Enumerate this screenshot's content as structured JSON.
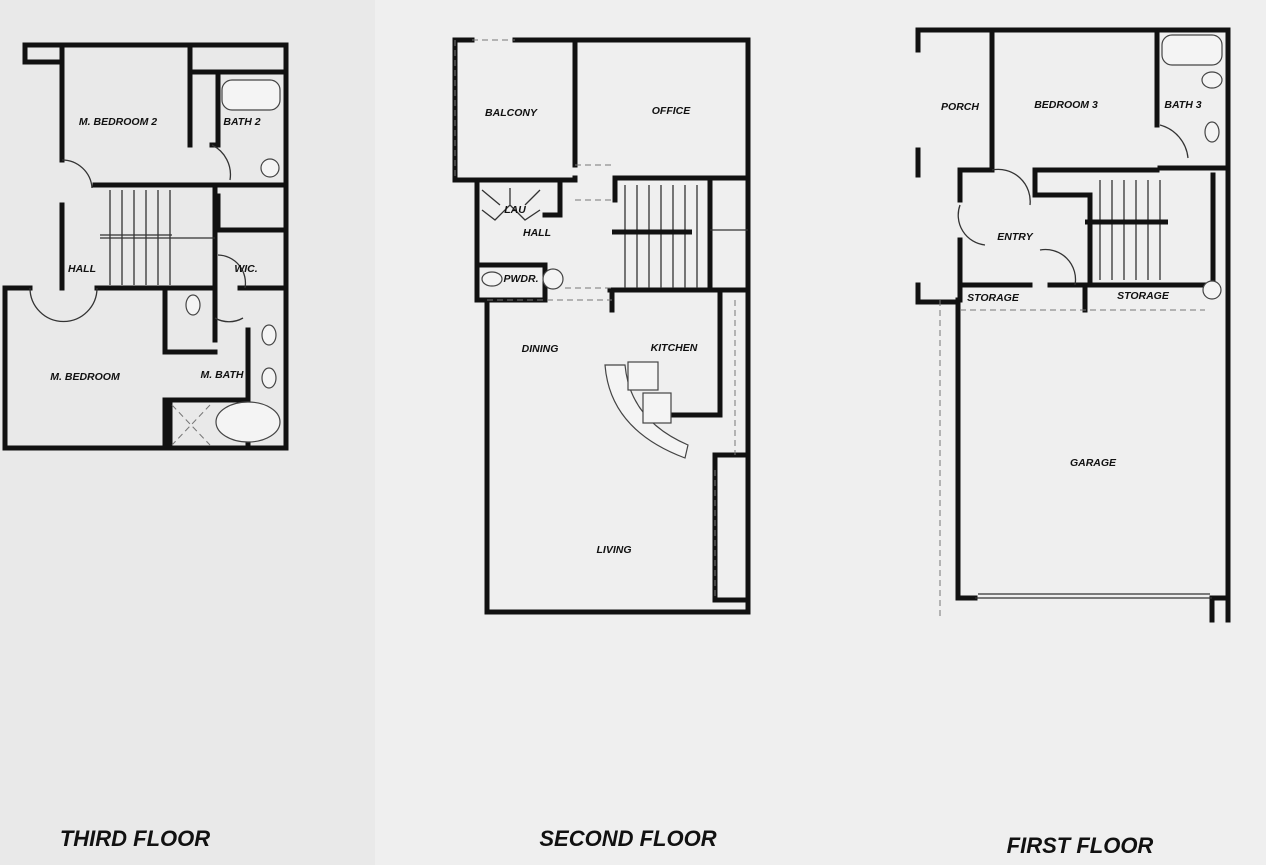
{
  "floors": {
    "third": {
      "title": "THIRD FLOOR",
      "rooms": {
        "m_bedroom_2": "M. BEDROOM 2",
        "bath_2": "BATH 2",
        "hall": "HALL",
        "wic": "WIC.",
        "m_bedroom": "M. BEDROOM",
        "m_bath": "M. BATH"
      }
    },
    "second": {
      "title": "SECOND FLOOR",
      "rooms": {
        "balcony": "BALCONY",
        "office": "OFFICE",
        "lau": "LAU",
        "hall": "HALL",
        "pwdr": "PWDR.",
        "dining": "DINING",
        "kitchen": "KITCHEN",
        "living": "LIVING"
      }
    },
    "first": {
      "title": "FIRST FLOOR",
      "rooms": {
        "porch": "PORCH",
        "bedroom_3": "BEDROOM 3",
        "bath_3": "BATH 3",
        "entry": "ENTRY",
        "storage_left": "STORAGE",
        "storage_right": "STORAGE",
        "garage": "GARAGE"
      }
    }
  },
  "colors": {
    "background": "#efefef",
    "walls": "#111111"
  }
}
